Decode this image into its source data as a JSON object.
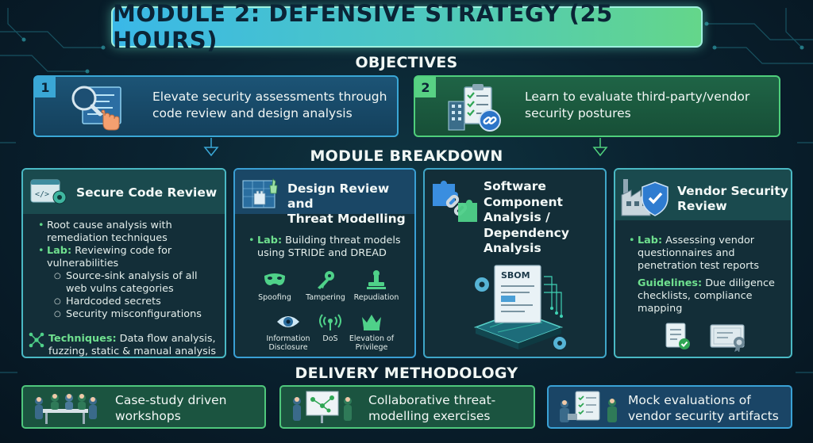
{
  "title": "MODULE 2: DEFENSIVE STRATEGY (25 HOURS)",
  "sections": {
    "objectives": "OBJECTIVES",
    "breakdown": "MODULE BREAKDOWN",
    "delivery": "DELIVERY METHODOLOGY"
  },
  "objectives": [
    {
      "number": "1",
      "line1": "Elevate security assessments through",
      "line2": "code review and design analysis"
    },
    {
      "number": "2",
      "line1": "Learn to evaluate third-party/vendor",
      "line2": "security postures"
    }
  ],
  "cards": {
    "secure_code": {
      "title": "Secure Code Review",
      "b1_line1": "Root cause analysis with",
      "b1_line2": "remediation techniques",
      "b2_kw": "Lab:",
      "b2_text": " Reviewing code for",
      "b2_line2": "vulnerabilities",
      "sub1_line1": "Source-sink analysis of all",
      "sub1_line2": "web vulns categories",
      "sub2": "Hardcoded secrets",
      "sub3": "Security misconfigurations",
      "tech_kw": "Techniques:",
      "tech_text": " Data flow analysis,",
      "tech_line2": "fuzzing, static & manual analysis"
    },
    "design_review": {
      "title_line1": "Design Review and",
      "title_line2": "Threat Modelling",
      "lab_kw": "Lab:",
      "lab_text": " Building threat models",
      "lab_line2": "using STRIDE and DREAD",
      "threats": {
        "spoofing": "Spoofing",
        "tampering": "Tampering",
        "repudiation": "Repudiation",
        "info_line1": "Information",
        "info_line2": "Disclosure",
        "dos": "DoS",
        "elev_line1": "Elevation of",
        "elev_line2": "Privilege"
      }
    },
    "sca": {
      "title_line1": "Software",
      "title_line2": "Component",
      "title_line3": "Analysis /",
      "title_line4": "Dependency",
      "title_line5": "Analysis",
      "sbom_label": "SBOM"
    },
    "vendor": {
      "title_line1": "Vendor Security",
      "title_line2": "Review",
      "lab_kw": "Lab:",
      "lab_text": " Assessing vendor",
      "lab_line2": "questionnaires and",
      "lab_line3": "penetration test reports",
      "guide_kw": "Guidelines:",
      "guide_text": " Due diligence",
      "guide_line2": "checklists, compliance",
      "guide_line3": "mapping"
    }
  },
  "delivery": [
    {
      "line1": "Case-study driven",
      "line2": "workshops"
    },
    {
      "line1": "Collaborative threat-",
      "line2": "modelling exercises"
    },
    {
      "line1": "Mock evaluations of",
      "line2": "vendor security artifacts"
    }
  ],
  "colors": {
    "accent_blue": "#3aa7d6",
    "accent_green": "#4fcf7c",
    "keyword_green": "#6fe08f",
    "background": "#0a2230"
  }
}
